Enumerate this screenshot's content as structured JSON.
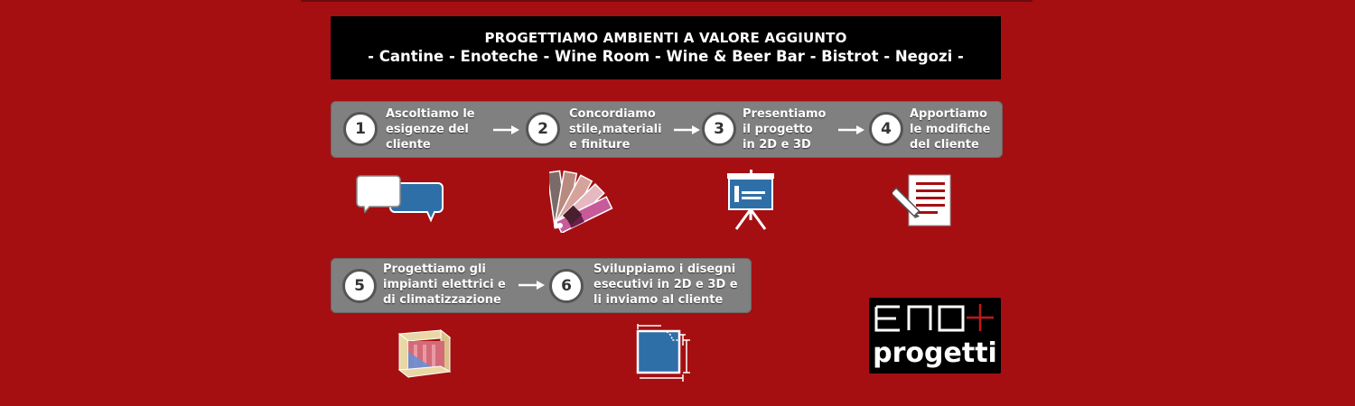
{
  "banner": {
    "title": "PROGETTIAMO AMBIENTI A VALORE AGGIUNTO",
    "subtitle": "- Cantine - Enoteche - Wine Room - Wine & Beer Bar - Bistrot - Negozi -"
  },
  "steps": [
    {
      "number": "1",
      "lines": [
        "Ascoltiamo le",
        "esigenze del",
        "cliente"
      ],
      "icon": "speech-bubbles-icon"
    },
    {
      "number": "2",
      "lines": [
        "Concordiamo",
        "stile,materiali",
        "e finiture"
      ],
      "icon": "color-swatch-fan-icon"
    },
    {
      "number": "3",
      "lines": [
        "Presentiamo",
        "il progetto",
        "in 2D e 3D"
      ],
      "icon": "presentation-easel-icon"
    },
    {
      "number": "4",
      "lines": [
        "Apportiamo",
        "le modifiche",
        "del cliente"
      ],
      "icon": "document-edit-icon"
    },
    {
      "number": "5",
      "lines": [
        "Progettiamo gli",
        "impianti elettrici e",
        "di climatizzazione"
      ],
      "icon": "3d-room-model-icon"
    },
    {
      "number": "6",
      "lines": [
        "Sviluppiamo i disegni",
        "esecutivi in 2D e 3D e",
        "li inviamo al cliente"
      ],
      "icon": "floor-plan-blueprint-icon"
    }
  ],
  "logo": {
    "wordmark": "progetti",
    "mark": "eno+"
  },
  "colors": {
    "background": "#a50f12",
    "bar": "#808080",
    "accent_blue": "#2f6fa8",
    "logo_cross": "#c0181c"
  }
}
